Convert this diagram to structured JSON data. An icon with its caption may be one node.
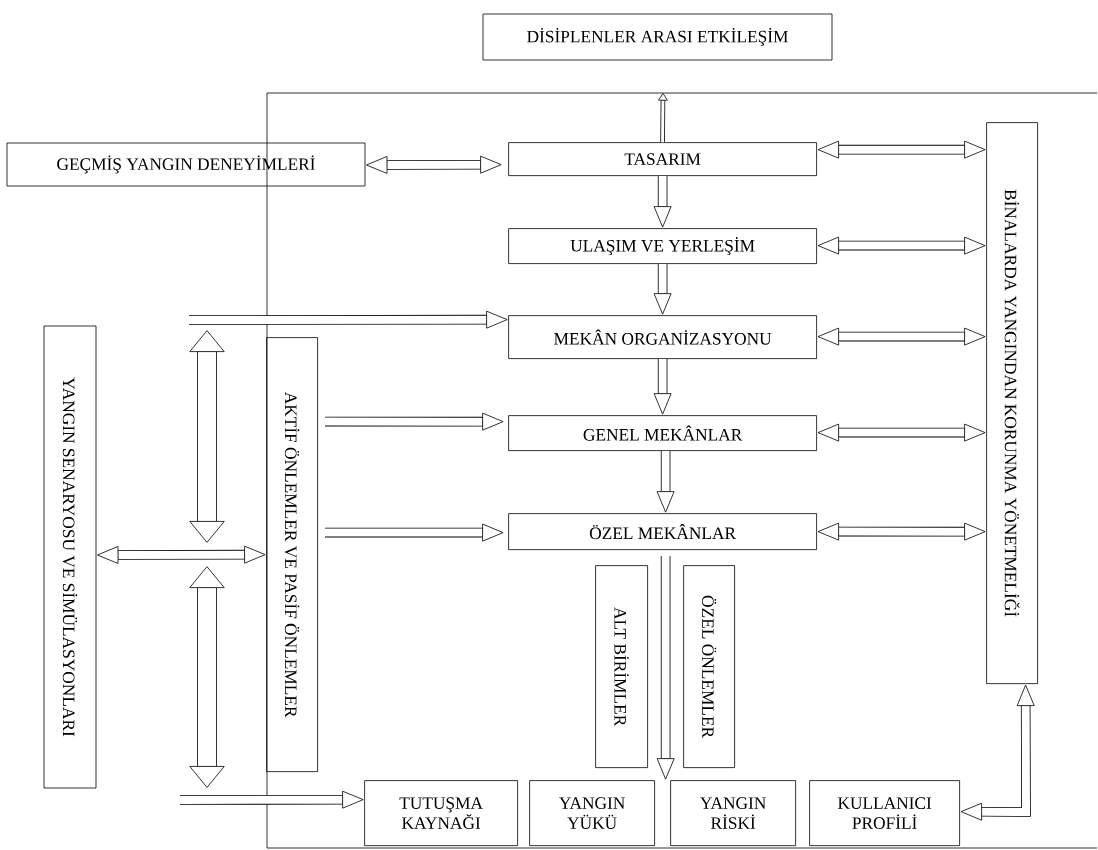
{
  "diagram": {
    "nodes": [
      {
        "text": [
          "DİSİPLENLER ARASI ETKİLEŞİM"
        ]
      },
      {
        "text": [],
        "shape": "box"
      },
      {
        "text": [
          "GEÇMİŞ YANGIN DENEYİMLERİ"
        ]
      },
      {
        "text": [
          "TASARIM"
        ],
        "in": 1
      },
      {
        "text": [
          "ULAŞIM VE YERLEŞİM"
        ],
        "in": 1
      },
      {
        "text": [
          "MEKÂN ORGANİZASYONU"
        ],
        "in": 1
      },
      {
        "text": [
          "BİNALARDA YANGINDAN KORUNMA YÖNETMELİĞİ"
        ],
        "in": 1
      },
      {
        "text": [
          "YANGIN SENARYOSU VE SİMÜLASYONLARI"
        ]
      },
      {
        "text": [
          "AKTİF ÖNLEMLER VE PASİF ÖNLEMLER"
        ],
        "in": 1
      },
      {
        "text": [
          "GENEL MEKÂNLAR"
        ],
        "in": 1
      },
      {
        "text": [
          "ÖZEL MEKÂNLAR"
        ],
        "in": 1
      },
      {
        "text": [
          "ALT BİRİMLER"
        ],
        "in": 1
      },
      {
        "text": [
          "ÖZEL ÖNLEMLER"
        ],
        "in": 1
      },
      {
        "text": [
          "TUTUŞMA KAYNAĞI"
        ],
        "in": 1
      },
      {
        "text": [
          "YANGIN YÜKÜ"
        ],
        "in": 1
      },
      {
        "text": [
          "YANGIN RİSKİ"
        ],
        "in": 1
      },
      {
        "text": [
          "KULLANICI PROFİLİ"
        ],
        "in": 1
      }
    ],
    "edges": [
      {
        "from": 2,
        "to": 3,
        "arrow": "both"
      },
      {
        "from": 3,
        "to": 1,
        "arrow": "to"
      },
      {
        "from": 3,
        "to": 4,
        "arrow": "to"
      },
      {
        "from": 4,
        "to": 5,
        "arrow": "to"
      },
      {
        "from": 5,
        "to": 9,
        "arrow": "to"
      },
      {
        "from": 9,
        "to": 10,
        "arrow": "to"
      },
      {
        "from": 10,
        "to": 15,
        "arrow": "to"
      },
      {
        "from": null,
        "to": 5,
        "arrow": "to"
      },
      {
        "from": 8,
        "to": 9,
        "arrow": "to"
      },
      {
        "from": 8,
        "to": 10,
        "arrow": "to"
      },
      {
        "from": 7,
        "to": 8,
        "arrow": "both"
      },
      {
        "from": null,
        "to": 13,
        "arrow": "to"
      },
      {
        "from": 3,
        "to": 6,
        "arrow": "both"
      },
      {
        "from": 4,
        "to": 6,
        "arrow": "both"
      },
      {
        "from": 5,
        "to": 6,
        "arrow": "both"
      },
      {
        "from": 9,
        "to": 6,
        "arrow": "both"
      },
      {
        "from": 10,
        "to": 6,
        "arrow": "both"
      },
      {
        "from": 6,
        "to": 16,
        "arrow": "both"
      }
    ]
  }
}
